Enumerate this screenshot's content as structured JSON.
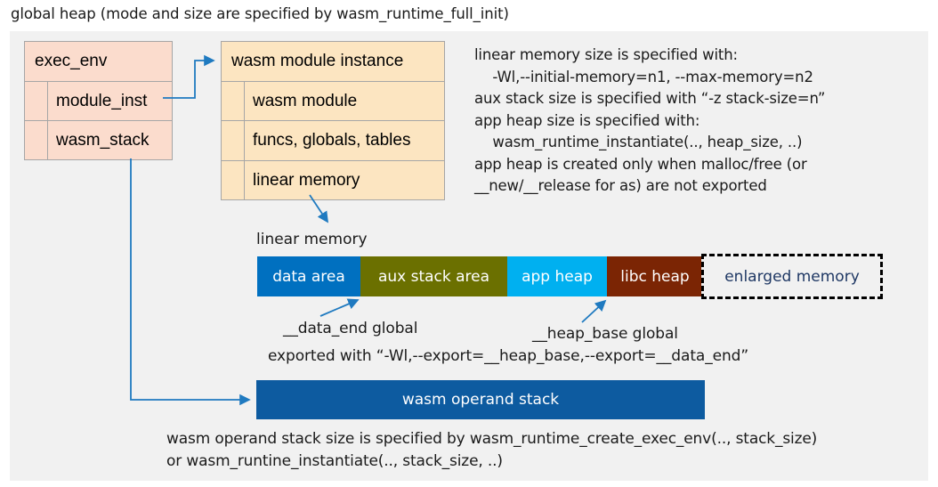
{
  "title": "global heap (mode and size are specified by wasm_runtime_full_init)",
  "colors": {
    "panel_bg": "#f1f1f1",
    "exec_env_fill": "#fbdccd",
    "module_inst_fill": "#fce5c1",
    "box_border": "#a6a6a6",
    "connector": "#1f7ac0",
    "data_area": "#0070c0",
    "aux_stack_area": "#6b7000",
    "app_heap": "#00b0f0",
    "libc_heap": "#7b2504",
    "enlarged_memory_border": "#000000",
    "enlarged_memory_text": "#1f3864",
    "operand_stack": "#0d5ba0"
  },
  "exec_env": {
    "header": "exec_env",
    "fields": [
      "module_inst",
      "wasm_stack"
    ]
  },
  "module_instance": {
    "header": "wasm module instance",
    "fields": [
      "wasm module",
      "funcs, globals, tables",
      "linear memory"
    ]
  },
  "info_text": {
    "lines": [
      "linear memory size is specified with:",
      "    -Wl,--initial-memory=n1, --max-memory=n2",
      "aux stack size is specified with “-z stack-size=n”",
      "app heap size is specified with:",
      "    wasm_runtime_instantiate(.., heap_size, ..)",
      "app heap is created only when malloc/free (or",
      "__new/__release for as) are not exported"
    ]
  },
  "linear_memory": {
    "label": "linear memory",
    "segments": [
      {
        "label": "data area",
        "color": "#0070c0"
      },
      {
        "label": "aux stack area",
        "color": "#6b7000"
      },
      {
        "label": "app heap",
        "color": "#00b0f0"
      },
      {
        "label": "libc heap",
        "color": "#7b2504"
      },
      {
        "label": "enlarged memory",
        "color": "#f1f1f1"
      }
    ]
  },
  "annotations": {
    "data_end": "__data_end global",
    "heap_base": "__heap_base global",
    "exported_with": "exported with “-Wl,--export=__heap_base,--export=__data_end”"
  },
  "operand_stack": {
    "label": "wasm operand stack",
    "note_lines": [
      "wasm operand stack size is specified by wasm_runtime_create_exec_env(.., stack_size)",
      "or wasm_runtine_instantiate(.., stack_size, ..)"
    ]
  }
}
